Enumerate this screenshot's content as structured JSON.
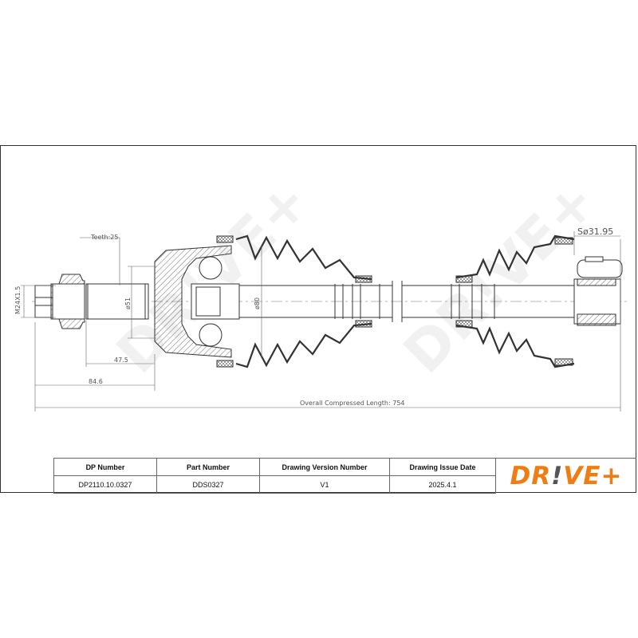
{
  "drawing": {
    "labels": {
      "teeth": "Teeth:25",
      "thread": "M24X1.5",
      "spline_dia": "ø51",
      "joint_dia": "ø80",
      "shaft_end_dia": "Sø31.95",
      "dim_47_5": "47.5",
      "dim_84_6": "84.6",
      "overall_length": "Overall  Compressed  Length: 754"
    },
    "watermark": "DR!VE+"
  },
  "title_block": {
    "headers": [
      "DP Number",
      "Part Number",
      "Drawing Version Number",
      "Drawing Issue Date"
    ],
    "values": [
      "DP2110.10.0327",
      "DDS0327",
      "V1",
      "2025.4.1"
    ]
  },
  "logo": {
    "part1": "DR",
    "bang": "!",
    "part2": "VE+",
    "color": "#f07d13",
    "bang_color": "#555555"
  }
}
